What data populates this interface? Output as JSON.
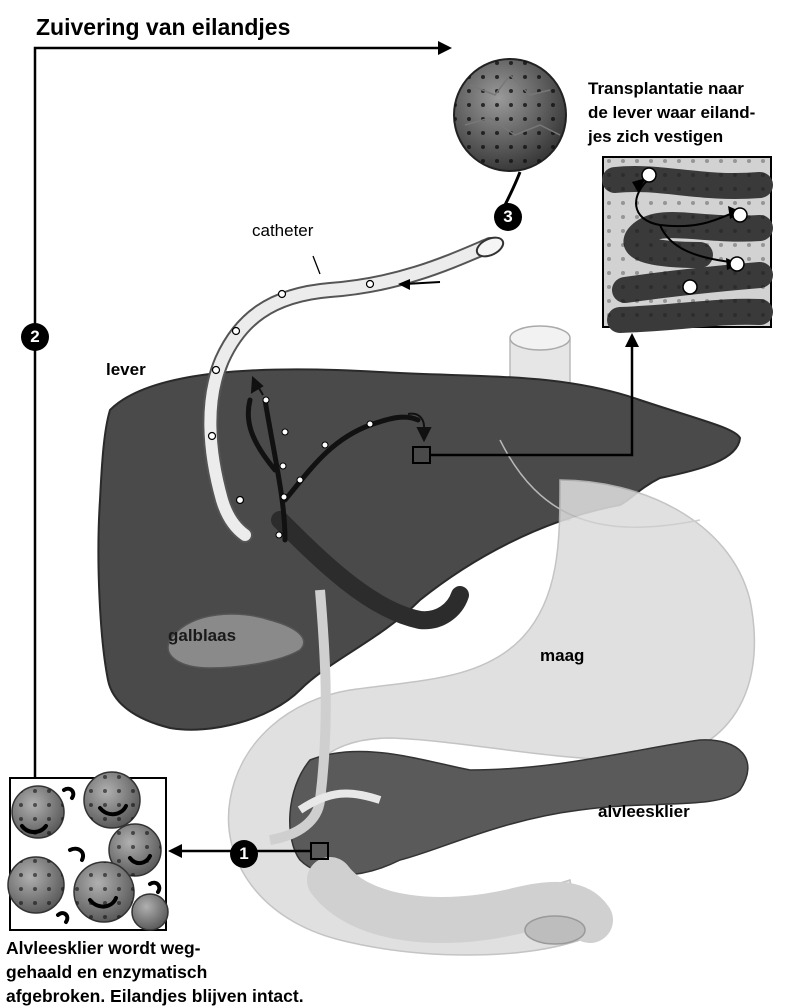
{
  "title": "Zuivering van eilandjes",
  "transplant_caption": [
    "Transplantatie naar",
    "de lever waar eiland-",
    "jes zich vestigen"
  ],
  "removal_caption": [
    "Alvleesklier wordt weg-",
    "gehaald en enzymatisch",
    "afgebroken. Eilandjes blijven intact."
  ],
  "labels": {
    "catheter": "catheter",
    "lever": "lever",
    "galblaas": "galblaas",
    "maag": "maag",
    "alvleesklier": "alvleesklier"
  },
  "steps": {
    "one": "1",
    "two": "2",
    "three": "3"
  },
  "colors": {
    "liver": "#4a4a4a",
    "stomach": "#dedede",
    "pancreas": "#5a5a5a",
    "line": "#000000"
  }
}
